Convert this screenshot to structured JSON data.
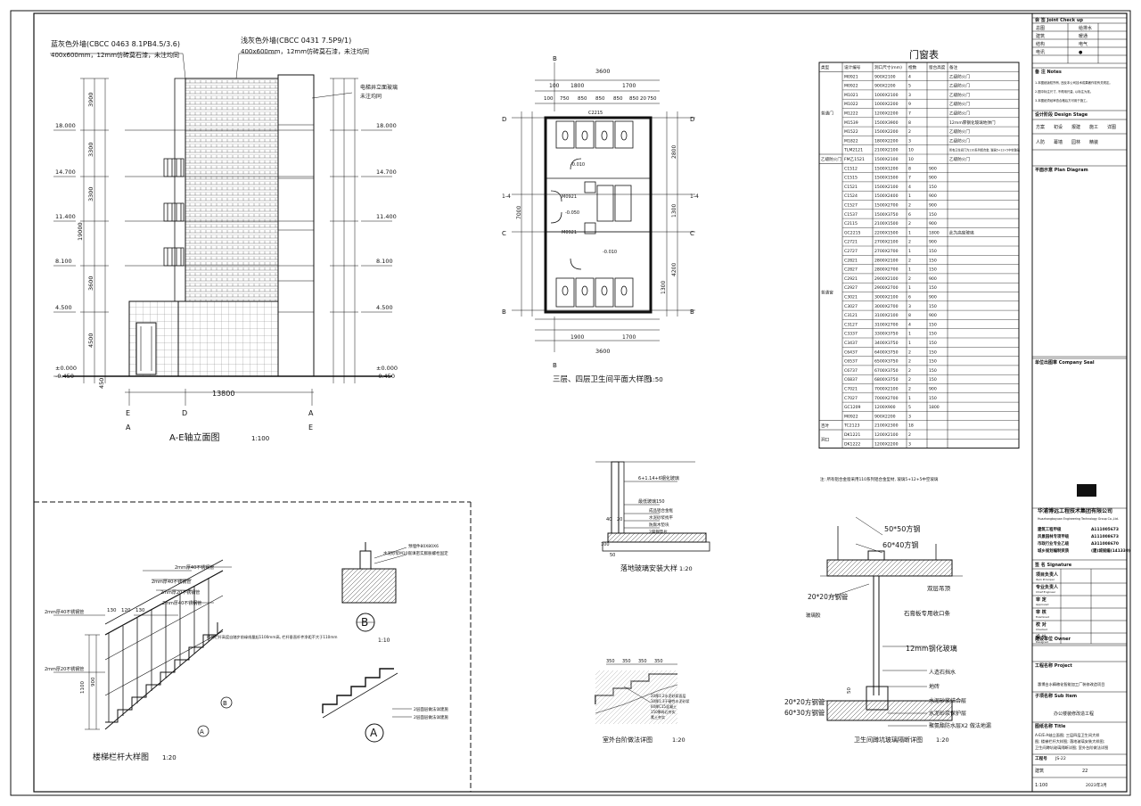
{
  "elevation": {
    "title": "A-E轴立面图",
    "scale": "1:100",
    "note_left": "蓝灰色外墙(CBCC 0463 8.1PB4.5/3.6)",
    "note_left2": "400x600mm，12mm仿砖莫石漆，未注均同",
    "note_mid": "浅灰色外墙(CBCC 0431 7.5P9/1)",
    "note_mid2": "400x600mm，12mm仿砖莫石漆，未注均同",
    "note_right": "电梯井立面玻璃",
    "note_right2": "未注均同",
    "width_dim": "13800",
    "levels": [
      "18.000",
      "14.700",
      "11.400",
      "8.100",
      "4.500",
      "±0.000",
      "-0.450"
    ],
    "dims_left": [
      "3900",
      "3300",
      "3300",
      "3600",
      "4500",
      "450"
    ],
    "total_dim": "19000",
    "axes": [
      "E",
      "D",
      "A",
      "A",
      "E"
    ]
  },
  "toilet_plan": {
    "title": "三层、四层卫生间平面大样图",
    "scale": "1:50",
    "dims_top": [
      "3600",
      "100",
      "1800",
      "1700"
    ],
    "dims_sub": [
      "100",
      "750",
      "850",
      "850",
      "850",
      "850",
      "20",
      "750"
    ],
    "dims_right": [
      "2800",
      "1300",
      "4200",
      "1300",
      "7000"
    ],
    "axes": [
      "B",
      "D",
      "1-4",
      "C",
      "B"
    ],
    "door_labels": [
      "M0921",
      "M0921",
      "C2215"
    ],
    "elev_labels": [
      "-0.010",
      "-0.050",
      "-0.010"
    ],
    "dims_bottom": [
      "3600",
      "1900",
      "1700"
    ]
  },
  "door_window_table": {
    "title": "门窗表",
    "headers": [
      "类型",
      "设计编号",
      "洞口尺寸(mm)",
      "樘数",
      "窗台高度",
      "备注"
    ],
    "groups": [
      {
        "type": "普通门",
        "rows": [
          [
            "M0921",
            "900X2100",
            "4",
            "",
            "乙级防火门"
          ],
          [
            "M0922",
            "900X2200",
            "5",
            "",
            "乙级防火门"
          ],
          [
            "M1021",
            "1000X2100",
            "3",
            "",
            "乙级防火门"
          ],
          [
            "M1022",
            "1000X2200",
            "9",
            "",
            "乙级防火门"
          ],
          [
            "M1222",
            "1200X2200",
            "7",
            "",
            "乙级防火门"
          ],
          [
            "M1539",
            "1500X3900",
            "8",
            "",
            "12mm厚钢化玻璃地弹门"
          ],
          [
            "M1522",
            "1500X2200",
            "2",
            "",
            "乙级防火门"
          ],
          [
            "M1822",
            "1800X2200",
            "3",
            "",
            "乙级防火门"
          ],
          [
            "TLM2121",
            "2100X2100",
            "10",
            "",
            "所有卫生间门为110系列铝合金, 玻璃5+12+5中空玻璃"
          ]
        ]
      },
      {
        "type": "乙级防火门",
        "rows": [
          [
            "FM乙1521",
            "1500X2100",
            "10",
            "",
            "乙级防火门"
          ]
        ]
      },
      {
        "type": "普通窗",
        "rows": [
          [
            "C1512",
            "1500X1200",
            "8",
            "900",
            ""
          ],
          [
            "C1515",
            "1500X1500",
            "7",
            "900",
            ""
          ],
          [
            "C1521",
            "1500X2100",
            "4",
            "150",
            ""
          ],
          [
            "C1524",
            "1500X2400",
            "1",
            "900",
            ""
          ],
          [
            "C1527",
            "1500X2700",
            "2",
            "900",
            ""
          ],
          [
            "C1537",
            "1500X3750",
            "6",
            "150",
            ""
          ],
          [
            "C2115",
            "2100X1500",
            "2",
            "900",
            ""
          ],
          [
            "GC2215",
            "2200X1500",
            "1",
            "1800",
            "此为高窗玻璃"
          ],
          [
            "C2721",
            "2700X2100",
            "2",
            "900",
            ""
          ],
          [
            "C2727",
            "2700X2700",
            "1",
            "150",
            ""
          ],
          [
            "C2821",
            "2800X2100",
            "2",
            "150",
            ""
          ],
          [
            "C2827",
            "2800X2700",
            "1",
            "150",
            ""
          ],
          [
            "C2921",
            "2900X2100",
            "2",
            "900",
            ""
          ],
          [
            "C2927",
            "2900X2700",
            "1",
            "150",
            ""
          ],
          [
            "C3021",
            "3000X2100",
            "6",
            "900",
            ""
          ],
          [
            "C3027",
            "3000X2700",
            "3",
            "150",
            ""
          ],
          [
            "C3121",
            "3100X2100",
            "8",
            "900",
            ""
          ],
          [
            "C3127",
            "3100X2700",
            "4",
            "150",
            ""
          ],
          [
            "C3337",
            "3300X3750",
            "1",
            "150",
            ""
          ],
          [
            "C3437",
            "3400X3750",
            "1",
            "150",
            ""
          ],
          [
            "C6437",
            "6400X3750",
            "2",
            "150",
            ""
          ],
          [
            "C6537",
            "6500X3750",
            "2",
            "150",
            ""
          ],
          [
            "C6737",
            "6700X3750",
            "2",
            "150",
            ""
          ],
          [
            "C6837",
            "6800X3750",
            "2",
            "150",
            ""
          ],
          [
            "C7021",
            "7000X2100",
            "2",
            "900",
            ""
          ],
          [
            "C7027",
            "7000X2700",
            "1",
            "150",
            ""
          ],
          [
            "GC1209",
            "1200X900",
            "5",
            "1800",
            ""
          ],
          [
            "M0922",
            "900X2200",
            "3",
            "",
            ""
          ]
        ]
      },
      {
        "type": "百叶",
        "rows": [
          [
            "TC2123",
            "2100X2300",
            "18",
            "",
            ""
          ]
        ]
      },
      {
        "type": "洞口",
        "rows": [
          [
            "DK1221",
            "1200X2100",
            "2",
            "",
            ""
          ],
          [
            "DK1222",
            "1200X2200",
            "3",
            "",
            ""
          ]
        ]
      }
    ],
    "note": "注: 所有铝合金窗采用110系列铝合金型材, 玻璃5+12+5中空玻璃"
  },
  "stair_detail": {
    "title": "楼梯栏杆大样图",
    "scale": "1:20",
    "labels": [
      "2mm厚40不锈钢管",
      "2mm厚40不锈钢管",
      "2mm厚20不锈钢管",
      "2mm厚40不锈钢管",
      "2mm厚40不锈钢管",
      "2mm厚20不锈钢管"
    ],
    "note": "楼梯栏杆高度自踏步前缘线量起1100mm高, 栏杆垂直杆件净距不大于110mm",
    "dims": [
      "130",
      "120",
      "130",
      "1100",
      "900"
    ],
    "section_marks": [
      "A",
      "B"
    ]
  },
  "detail_b": {
    "mark": "B",
    "scale": "1:10",
    "labels": [
      "预埋件80X80X6",
      "水泥砂浆M10嵌填密实膨胀螺栓固定"
    ]
  },
  "detail_a": {
    "mark": "A",
    "labels": [
      "2层面层做法详建施",
      "2层面层做法详建施"
    ]
  },
  "floor_glass": {
    "title": "落地玻璃安装大样",
    "scale": "1:20",
    "labels": [
      "6+1.14+6钢化玻璃",
      "最低玻璃150",
      "成品铝合金框",
      "水泥砂浆找平",
      "防腐木垫块",
      "2厚钢垫片"
    ],
    "dims": [
      "40",
      "20",
      "100",
      "50"
    ]
  },
  "outdoor_step": {
    "title": "室外台阶做法详图",
    "scale": "1:20",
    "labels": [
      "20厚1:2水泥砂浆面层",
      "30厚1:3干硬性水泥砂浆",
      "60厚C15混凝土",
      "150厚碎石夯实",
      "素土夯实"
    ],
    "dims": [
      "350",
      "350",
      "350",
      "350"
    ]
  },
  "partition": {
    "title": "卫生间蹲坑玻璃隔断详图",
    "scale": "1:20",
    "labels": [
      "50*50方钢",
      "60*40方钢",
      "双层吊顶",
      "石膏板专用收口条",
      "20*20方钢管",
      "玻璃胶",
      "12mm钢化玻璃",
      "人造石挡水",
      "地砖",
      "水泥砂浆结合层",
      "水泥砂浆保护层",
      "聚氨酯防水层X2 做法地漏",
      "20*20方钢管",
      "60*30方钢管"
    ],
    "dims": [
      "50"
    ]
  },
  "title_block": {
    "sections": [
      "会 签  Joint Check up",
      "备 注  Notes",
      "设计阶段  Design Stage",
      "平面示意  Plan Diagram",
      "单位出图章  Company Seal",
      "签 名  Signature",
      "建设单位  Owner",
      "工程名称  Project",
      "子项名称  Sub Item",
      "图纸名称  Title"
    ],
    "sign_rows": [
      [
        "总图",
        "给排水"
      ],
      [
        "建筑",
        "暖通"
      ],
      [
        "结构",
        "电气"
      ],
      [
        "电讯",
        "●"
      ]
    ],
    "notes": [
      "1.本图纸版权所有, 违反本公司技术成果著作权有关规定。",
      "2.图中标注尺寸, 不得用尺量, 以标注为准。",
      "3.本图纸须经审查合格后方可用于施工。"
    ],
    "stages": [
      "方案",
      "初设",
      "报建",
      "施工",
      "详图",
      "人防",
      "幕墙",
      "园林",
      "精装"
    ],
    "company": "华浦博远工程技术集团有限公司",
    "company_en": "Huazhongboyuan Engineering Technology Group Co.,Ltd.",
    "certs": [
      [
        "建筑工程甲级",
        "A111005673"
      ],
      [
        "风景园林专项甲级",
        "A111008673"
      ],
      [
        "市政行业专业乙级",
        "A311008670"
      ],
      [
        "城乡规划编制资质",
        "(建)城规编(141330)"
      ]
    ],
    "signers": [
      [
        "项目负责人",
        "Item Principal"
      ],
      [
        "专业负责人",
        "Chief Engineer"
      ],
      [
        "审 定",
        "Approved"
      ],
      [
        "审 核",
        "Examined"
      ],
      [
        "校 对",
        "Checked"
      ],
      [
        "设 计",
        "Designed"
      ]
    ],
    "project_name": "惠博白水精粮化智能加工厂装修改造项目",
    "sub_item": "办公楼装修改造工程",
    "drawing_title": "A-E/E-A轴立面图; 三层四层卫生间大样图; 楼梯栏杆大样图; 落地玻璃安装大样图; 卫生间蹲坑玻璃隔断详图; 室外台阶做法详图",
    "drawing_no_label": "工程号",
    "drawing_no": "JS-22",
    "discipline": "建筑",
    "scale": "1:100",
    "sheet_no": "22",
    "date": "2023年3月"
  }
}
